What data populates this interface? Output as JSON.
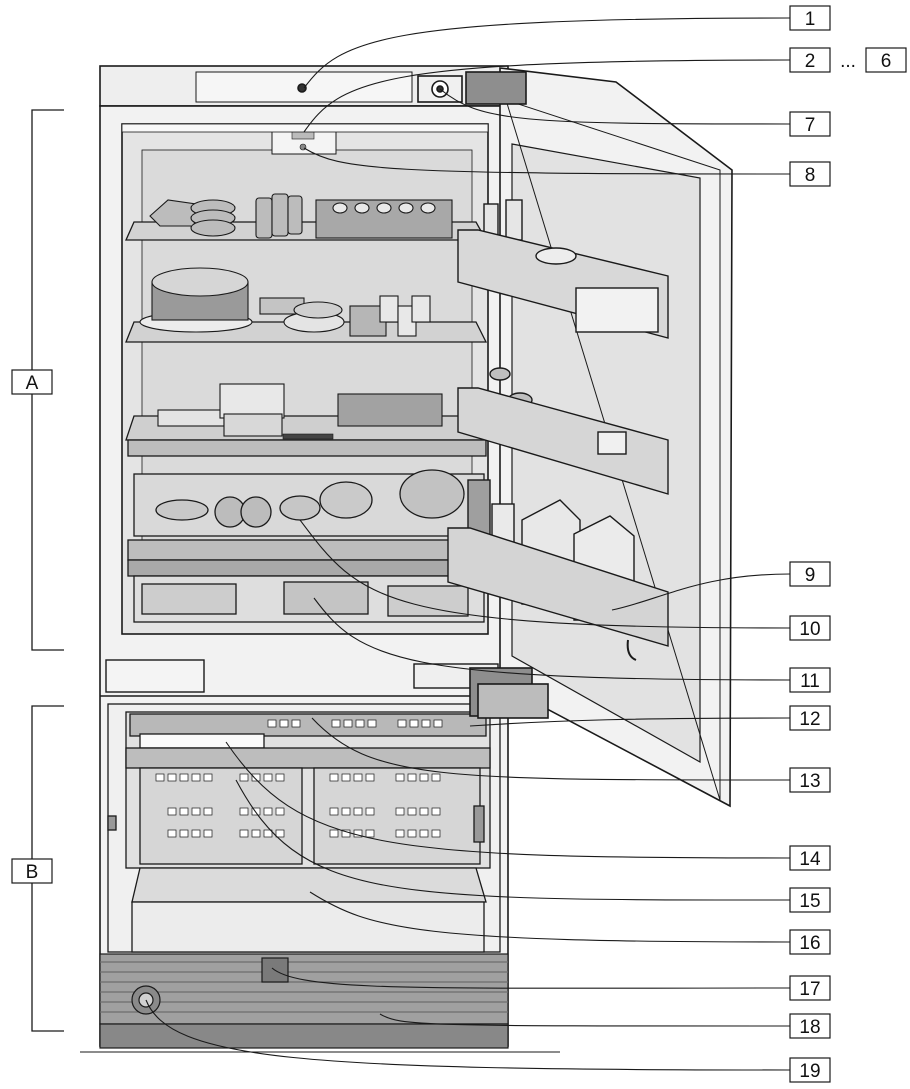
{
  "callouts": [
    "1",
    "2",
    "6",
    "7",
    "8",
    "9",
    "10",
    "11",
    "12",
    "13",
    "14",
    "15",
    "16",
    "17",
    "18",
    "19"
  ],
  "range_separator": "...",
  "sections": [
    "A",
    "B"
  ],
  "colors": {
    "ink": "#1a1a1a",
    "shelf": "#d8d8d8",
    "interior": "#e6e6e6",
    "door_trim": "#7a7a7a",
    "drawer": "#cfcfcf",
    "grille": "#8e8e8e"
  }
}
